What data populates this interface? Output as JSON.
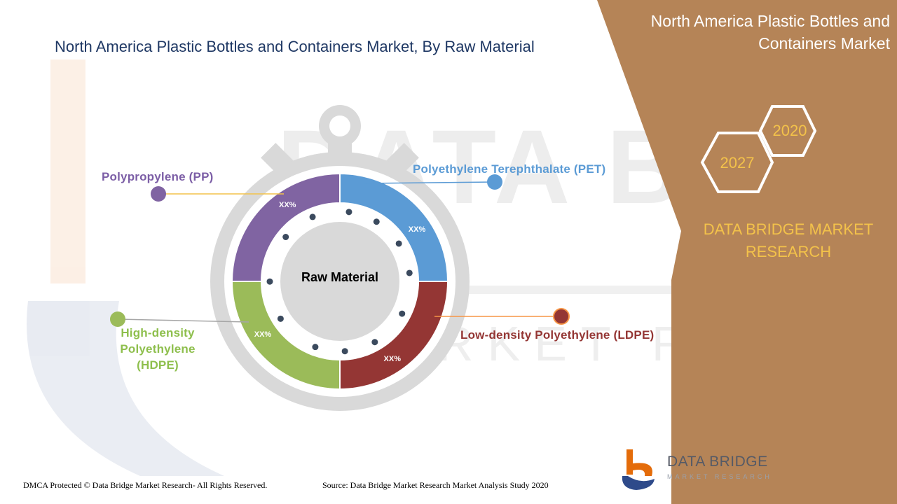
{
  "title": "North America Plastic Bottles and Containers Market, By Raw Material",
  "side_panel": {
    "title": "North America Plastic Bottles and Containers Market",
    "years": [
      "2020",
      "2027"
    ],
    "brand_text": "DATA BRIDGE MARKET RESEARCH"
  },
  "chart_data": {
    "type": "pie",
    "center_label": "Raw Material",
    "segments": [
      {
        "name": "Polyethylene Terephthalate (PET)",
        "label": "XX%",
        "value": 25,
        "color": "#5b9bd5"
      },
      {
        "name": "Low-density Polyethylene (LDPE)",
        "label": "XX%",
        "value": 25,
        "color": "#943634"
      },
      {
        "name": "High-density Polyethylene (HDPE)",
        "label": "XX%",
        "value": 25,
        "color": "#9bbb59"
      },
      {
        "name": "Polypropylene (PP)",
        "label": "XX%",
        "value": 25,
        "color": "#8064a2"
      }
    ]
  },
  "labels": {
    "pet": "Polyethylene Terephthalate (PET)",
    "ldpe": "Low-density Polyethylene (LDPE)",
    "hdpe_lines": [
      "High-density",
      "Polyethylene",
      "(HDPE)"
    ],
    "pp": "Polypropylene (PP)"
  },
  "footer": {
    "left": "DMCA Protected © Data Bridge Market Research- All Rights Reserved.",
    "source": "Source: Data Bridge Market Research Market Analysis Study 2020"
  },
  "logo": {
    "name": "DATA BRIDGE",
    "tagline": "MARKET RESEARCH"
  },
  "colors": {
    "panel": "#b58457",
    "title": "#1f3864",
    "accent": "#f3c24a"
  }
}
